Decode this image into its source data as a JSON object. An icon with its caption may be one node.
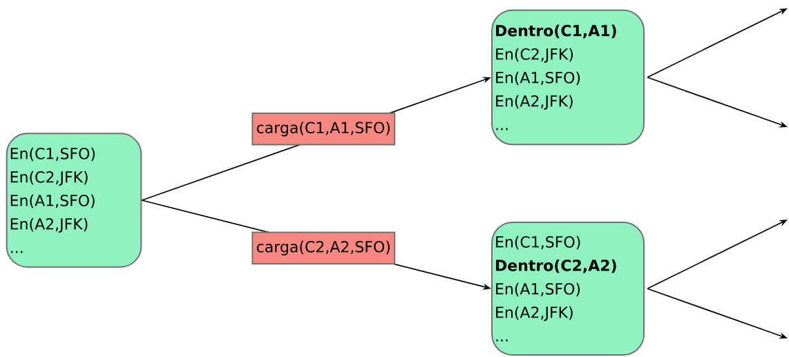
{
  "diagram": {
    "nodes": [
      {
        "text": [
          "En(C1,SFO)",
          "En(C2,JFK)",
          "En(A1,SFO)",
          "En(A2,JFK)",
          "..."
        ]
      },
      {
        "text": [
          "**Dentro(C1,A1)**",
          "En(C2,JFK)",
          "En(A1,SFO)",
          "En(A2,JFK)",
          "..."
        ]
      },
      {
        "text": [
          "En(C1,SFO)",
          "**Dentro(C2,A2)**",
          "En(A1,SFO)",
          "En(A2,JFK)",
          "..."
        ]
      }
    ],
    "edges": [
      {
        "from": 0,
        "to": 1,
        "arrow": "to",
        "label": "carga(C1,A1,SFO)"
      },
      {
        "from": 0,
        "to": 2,
        "arrow": "to",
        "label": "carga(C2,A2,SFO)"
      },
      {
        "from": 1,
        "to": null,
        "arrow": "to"
      },
      {
        "from": 1,
        "to": null,
        "arrow": "to"
      },
      {
        "from": 2,
        "to": null,
        "arrow": "to"
      },
      {
        "from": 2,
        "to": null,
        "arrow": "to"
      }
    ]
  }
}
